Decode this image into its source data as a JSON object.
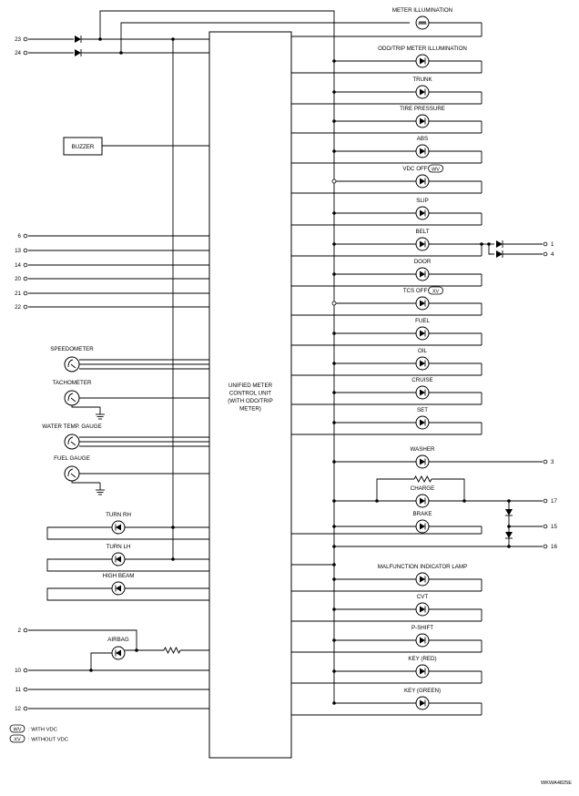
{
  "unit_label": [
    "UNIFIED METER",
    "CONTROL UNIT",
    "(WITH ODO/TRIP",
    "METER)"
  ],
  "buzzer": "BUZZER",
  "gauges": [
    "SPEEDOMETER",
    "TACHOMETER",
    "WATER TEMP. GAUGE",
    "FUEL GAUGE"
  ],
  "turn_lamps": [
    "TURN RH",
    "TURN LH",
    "HIGH BEAM"
  ],
  "airbag": "AIRBAG",
  "right_lamps": [
    "METER ILLUMINATION",
    "ODO/TRIP METER ILLUMINATION",
    "TRUNK",
    "TIRE PRESSURE",
    "ABS",
    "VDC OFF",
    "SLIP",
    "BELT",
    "DOOR",
    "TCS OFF",
    "FUEL",
    "OIL",
    "CRUISE",
    "SET",
    "WASHER",
    "CHARGE",
    "BRAKE",
    "MALFUNCTION INDICATOR LAMP",
    "CVT",
    "P-SHIFT",
    "KEY (RED)",
    "KEY (GREEN)"
  ],
  "badges": {
    "wv": "WV",
    "xv": "XV"
  },
  "terminals_left": [
    "23",
    "24",
    "6",
    "13",
    "14",
    "20",
    "21",
    "22",
    "2",
    "10",
    "11",
    "12"
  ],
  "terminals_right": [
    "1",
    "4",
    "3",
    "17",
    "15",
    "16"
  ],
  "legend": [
    {
      "code": "WV",
      "text": ": WITH VDC"
    },
    {
      "code": "XV",
      "text": ": WITHOUT VDC"
    }
  ],
  "figure_id": "WKWA4825E"
}
